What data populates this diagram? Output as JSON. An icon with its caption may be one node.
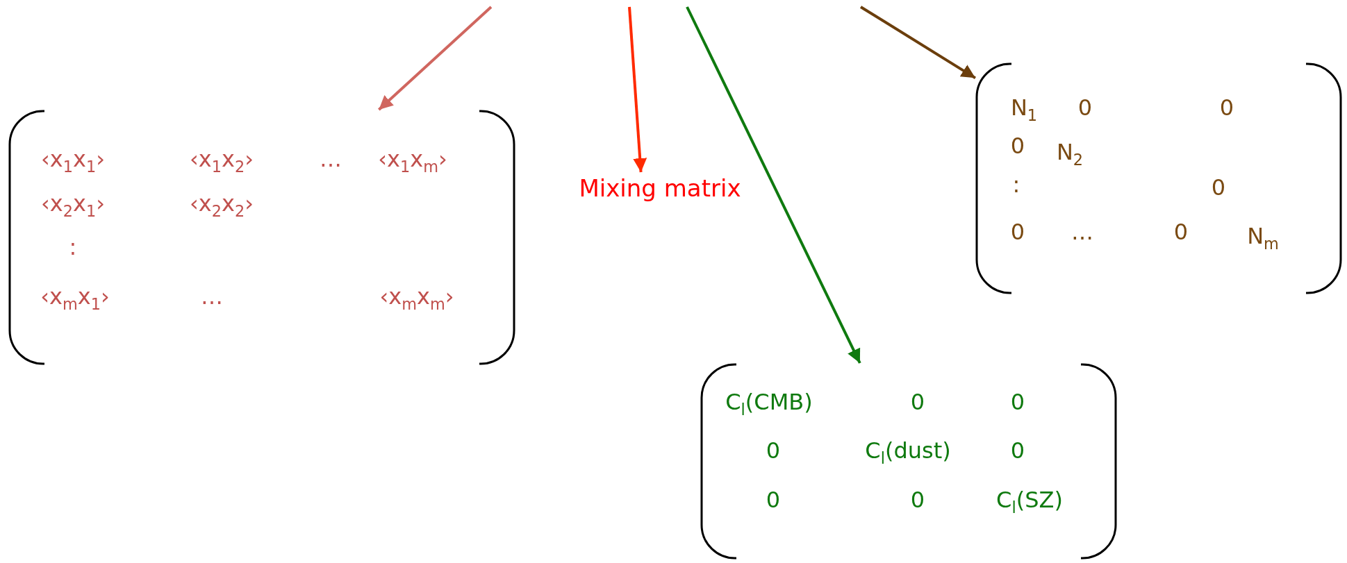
{
  "diagram": {
    "nodes": [
      {
        "text": [
          "‹x$_{1}$x$_{1}$›",
          "‹x$_{1}$x$_{2}$›",
          "…",
          "‹x$_{1}$x$_{m}$›",
          "‹x$_{2}$x$_{1}$›",
          "‹x$_{2}$x$_{2}$›",
          ":",
          "‹x$_{m}$x$_{1}$›",
          "…",
          "‹x$_{m}$x$_{m}$›"
        ]
      },
      {
        "text": [
          "Mixing matrix"
        ]
      },
      {
        "text": [
          "N$_{1}$",
          "0",
          "0",
          "0",
          "N$_{2}$",
          ":",
          "0",
          "0",
          "…",
          "0",
          "N$_{m}$"
        ]
      },
      {
        "text": [
          "C$_{l}$(CMB)",
          "0",
          "0",
          "0",
          "C$_{l}$(dust)",
          "0",
          "0",
          "0",
          "C$_{l}$(SZ)"
        ]
      }
    ],
    "edges": [
      {
        "from": null,
        "to": 0,
        "arrow": "to",
        "color": "#d0665f"
      },
      {
        "from": null,
        "to": 1,
        "arrow": "to",
        "color": "#ff2a00"
      },
      {
        "from": null,
        "to": 3,
        "arrow": "to",
        "color": "#0f7a0f"
      },
      {
        "from": null,
        "to": 2,
        "arrow": "to",
        "color": "#6b3e0c"
      }
    ]
  }
}
